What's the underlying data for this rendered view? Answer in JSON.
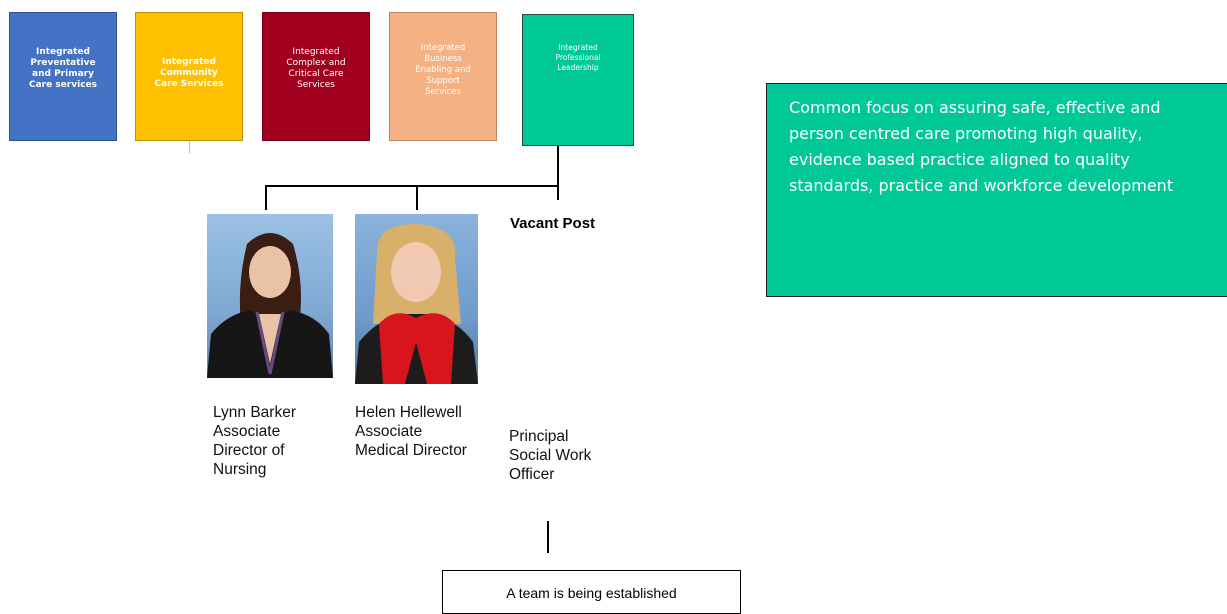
{
  "boxes": [
    {
      "label": "Integrated\nPreventative\nand Primary\nCare services",
      "color": "#4472c4"
    },
    {
      "label": "Integrated\nCommunity\nCare Services",
      "color": "#ffc000"
    },
    {
      "label": "Integrated\nComplex and\nCritical Care\nServices",
      "color": "#a0001e"
    },
    {
      "label": "Integrated\nBusiness\nEnabling and\nSupport\nServices",
      "color": "#f4b183"
    },
    {
      "label": "Integrated\nProfessional\nLeadership",
      "color": "#00c896"
    }
  ],
  "people": [
    {
      "name": "Lynn Barker\nAssociate\nDirector of\nNursing"
    },
    {
      "name": "Helen Hellewell\nAssociate\nMedical Director"
    },
    {
      "name": "Principal\nSocial Work\nOfficer",
      "heading": "Vacant Post"
    }
  ],
  "team_box": "A team is being established",
  "note": "Common focus on assuring safe, effective and person centred care promoting high quality, evidence based practice aligned to quality standards, practice and workforce development"
}
